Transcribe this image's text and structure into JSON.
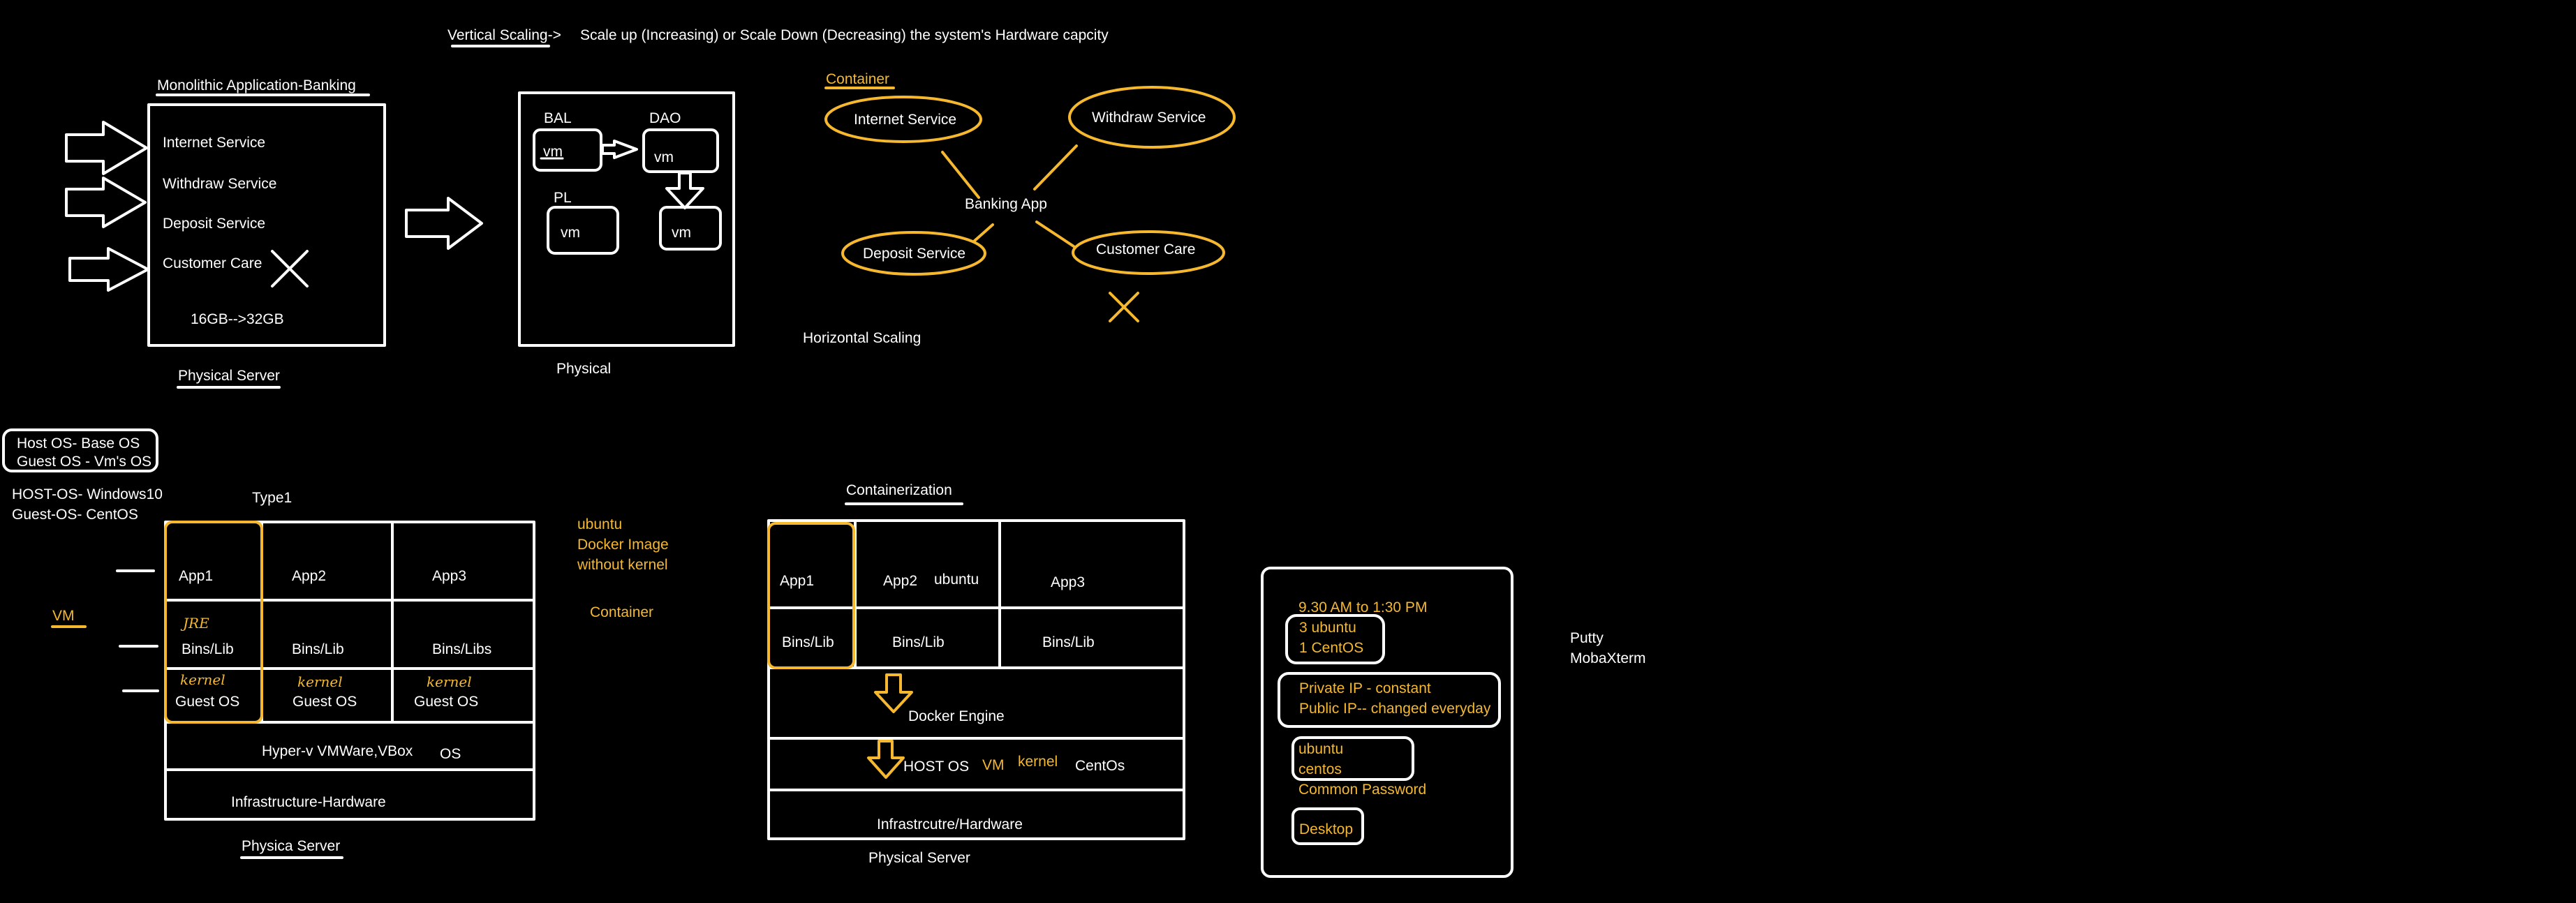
{
  "colors": {
    "background": "#000000",
    "ink_white": "#ffffff",
    "ink_yellow": "#f5b82e"
  },
  "vertical_scaling": {
    "title": "Vertical Scaling->",
    "description": "Scale up (Increasing) or Scale Down (Decreasing) the system's Hardware capcity"
  },
  "monolith": {
    "title": "Monolithic Application-Banking",
    "services": [
      "Internet Service",
      "Withdraw Service",
      "Deposit Service",
      "Customer Care"
    ],
    "memory": "16GB-->32GB",
    "caption": "Physical Server"
  },
  "physical_vms": {
    "labels": [
      "BAL",
      "DAO",
      "PL"
    ],
    "vm_label": "vm",
    "caption": "Physical"
  },
  "container_diagram": {
    "title": "Container",
    "center": "Banking App",
    "services": [
      "Internet Service",
      "Withdraw Service",
      "Deposit Service",
      "Customer Care"
    ],
    "caption": "Horizontal Scaling"
  },
  "os_notes": {
    "box_lines": [
      "Host OS- Base OS",
      "Guest OS - Vm's OS"
    ],
    "host": "HOST-OS- Windows10",
    "guest": "Guest-OS- CentOS",
    "vm": "VM"
  },
  "type1": {
    "title": "Type1",
    "apps": [
      "App1",
      "App2",
      "App3"
    ],
    "bins": [
      "Bins/Lib",
      "Bins/Lib",
      "Bins/Libs"
    ],
    "guest": [
      "Guest OS",
      "Guest OS",
      "Guest OS"
    ],
    "handwritten_jre": "JRE",
    "handwritten_kernel": "kernel",
    "hypervisor": "Hyper-v VMWare,VBox",
    "hypervisor_os": "OS",
    "infra": "Infrastructure-Hardware",
    "caption": "Physica Server"
  },
  "docker_notes": {
    "lines": [
      "ubuntu",
      "Docker Image",
      "without kernel"
    ],
    "container": "Container"
  },
  "containerization": {
    "title": "Containerization",
    "apps": [
      "App1",
      "App2",
      "App3"
    ],
    "app2_note": "ubuntu",
    "bins": [
      "Bins/Lib",
      "Bins/Lib",
      "Bins/Lib"
    ],
    "engine": "Docker Engine",
    "host_os": "HOST OS",
    "vm": "VM",
    "kernel": "kernel",
    "centos": "CentOs",
    "infra": "Infrastrcutre/Hardware",
    "caption": "Physical Server"
  },
  "lab_notes": {
    "time": "9.30 AM to 1:30 PM",
    "machines": [
      "3 ubuntu",
      "1 CentOS"
    ],
    "ips": [
      "Private IP - constant",
      "Public IP-- changed everyday"
    ],
    "users": [
      "ubuntu",
      "centos"
    ],
    "password": "Common Password",
    "desktop": "Desktop"
  },
  "tools": [
    "Putty",
    "MobaXterm"
  ]
}
